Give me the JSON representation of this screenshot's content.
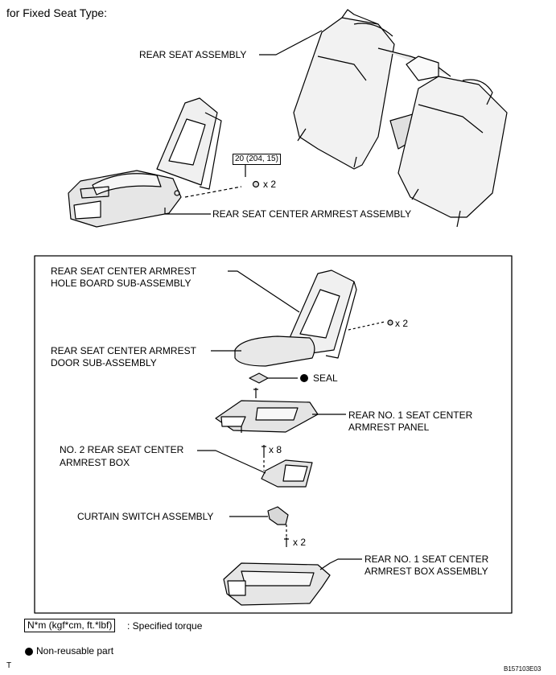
{
  "title": "for Fixed Seat Type:",
  "top": {
    "rear_seat_assembly": "REAR SEAT ASSEMBLY",
    "torque": "20 (204, 15)",
    "qty_nut": "x 2",
    "rear_seat_center_armrest_assembly": "REAR SEAT CENTER ARMREST ASSEMBLY"
  },
  "detail": {
    "hole_board_line1": "REAR SEAT CENTER ARMREST",
    "hole_board_line2": "HOLE BOARD SUB-ASSEMBLY",
    "door_line1": "REAR SEAT CENTER ARMREST",
    "door_line2": "DOOR SUB-ASSEMBLY",
    "qty_screw_top": "x 2",
    "seal": "SEAL",
    "panel_line1": "REAR NO. 1 SEAT CENTER",
    "panel_line2": "ARMREST PANEL",
    "box2_line1": "NO. 2 REAR SEAT CENTER",
    "box2_line2": "ARMREST BOX",
    "qty_screw_mid": "x 8",
    "curtain_switch": "CURTAIN SWITCH ASSEMBLY",
    "qty_screw_low": "x 2",
    "box_assy_line1": "REAR NO. 1 SEAT CENTER",
    "box_assy_line2": "ARMREST BOX ASSEMBLY"
  },
  "legend": {
    "torque_unit": "N*m (kgf*cm, ft.*lbf)",
    "torque_desc": ": Specified torque",
    "nonreusable": "Non-reusable part"
  },
  "footer": {
    "corner_mark": "T",
    "figure_code": "B157103E03"
  }
}
